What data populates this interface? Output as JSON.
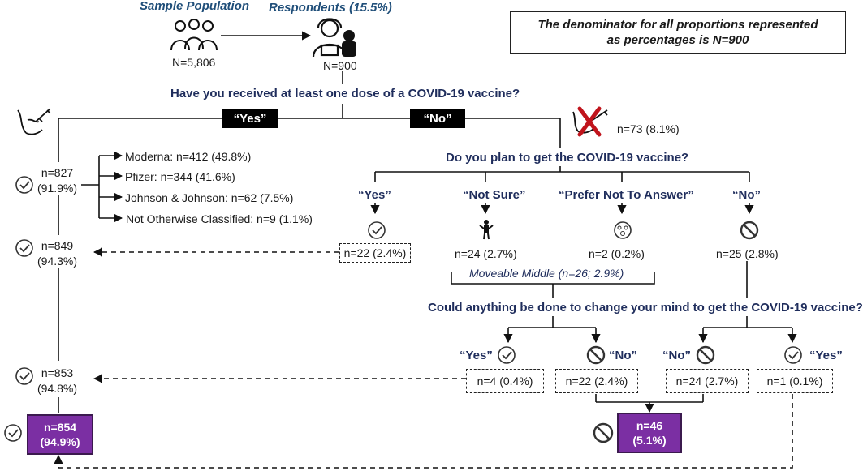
{
  "header": {
    "sample_population": "Sample Population",
    "respondents": "Respondents (15.5%)",
    "sample_n": "N=5,806",
    "respondents_n": "N=900"
  },
  "note": {
    "line1": "The denominator for all proportions represented",
    "line2": "as percentages is N=900"
  },
  "q1": {
    "question": "Have you received at least one dose of a COVID-19 vaccine?",
    "yes_label": "“Yes”",
    "no_label": "“No”",
    "no_count": "n=73 (8.1%)"
  },
  "vaccinated": {
    "n827_a": "n=827",
    "n827_b": "(91.9%)",
    "brands": [
      "Moderna: n=412 (49.8%)",
      "Pfizer: n=344 (41.6%)",
      "Johnson & Johnson: n=62 (7.5%)",
      "Not Otherwise Classified: n=9 (1.1%)"
    ],
    "n849_a": "n=849",
    "n849_b": "(94.3%)",
    "n853_a": "n=853",
    "n853_b": "(94.8%)",
    "n854_a": "n=854",
    "n854_b": "(94.9%)"
  },
  "q2": {
    "question": "Do you plan to get the COVID-19 vaccine?",
    "yes_label": "“Yes”",
    "notsure_label": "“Not Sure”",
    "prefer_label": "“Prefer Not To Answer”",
    "no_label": "“No”",
    "yes_count": "n=22 (2.4%)",
    "notsure_count": "n=24 (2.7%)",
    "prefer_count": "n=2 (0.2%)",
    "no_count": "n=25 (2.8%)",
    "moveable_middle": "Moveable Middle (n=26; 2.9%)"
  },
  "q3": {
    "question": "Could anything be done to change your mind to get the COVID-19 vaccine?",
    "yes_a_label": "“Yes”",
    "no_a_label": "“No”",
    "no_b_label": "“No”",
    "yes_b_label": "“Yes”",
    "yes_a_count": "n=4 (0.4%)",
    "no_a_count": "n=22 (2.4%)",
    "no_b_count": "n=24 (2.7%)",
    "yes_b_count": "n=1 (0.1%)"
  },
  "final_unvaccinated": {
    "line1": "n=46",
    "line2": "(5.1%)"
  },
  "colors": {
    "purple_box": "#7b2fa3",
    "question_text": "#1f2d5c",
    "header_text": "#1f4e79",
    "red_x": "#c0141c"
  }
}
